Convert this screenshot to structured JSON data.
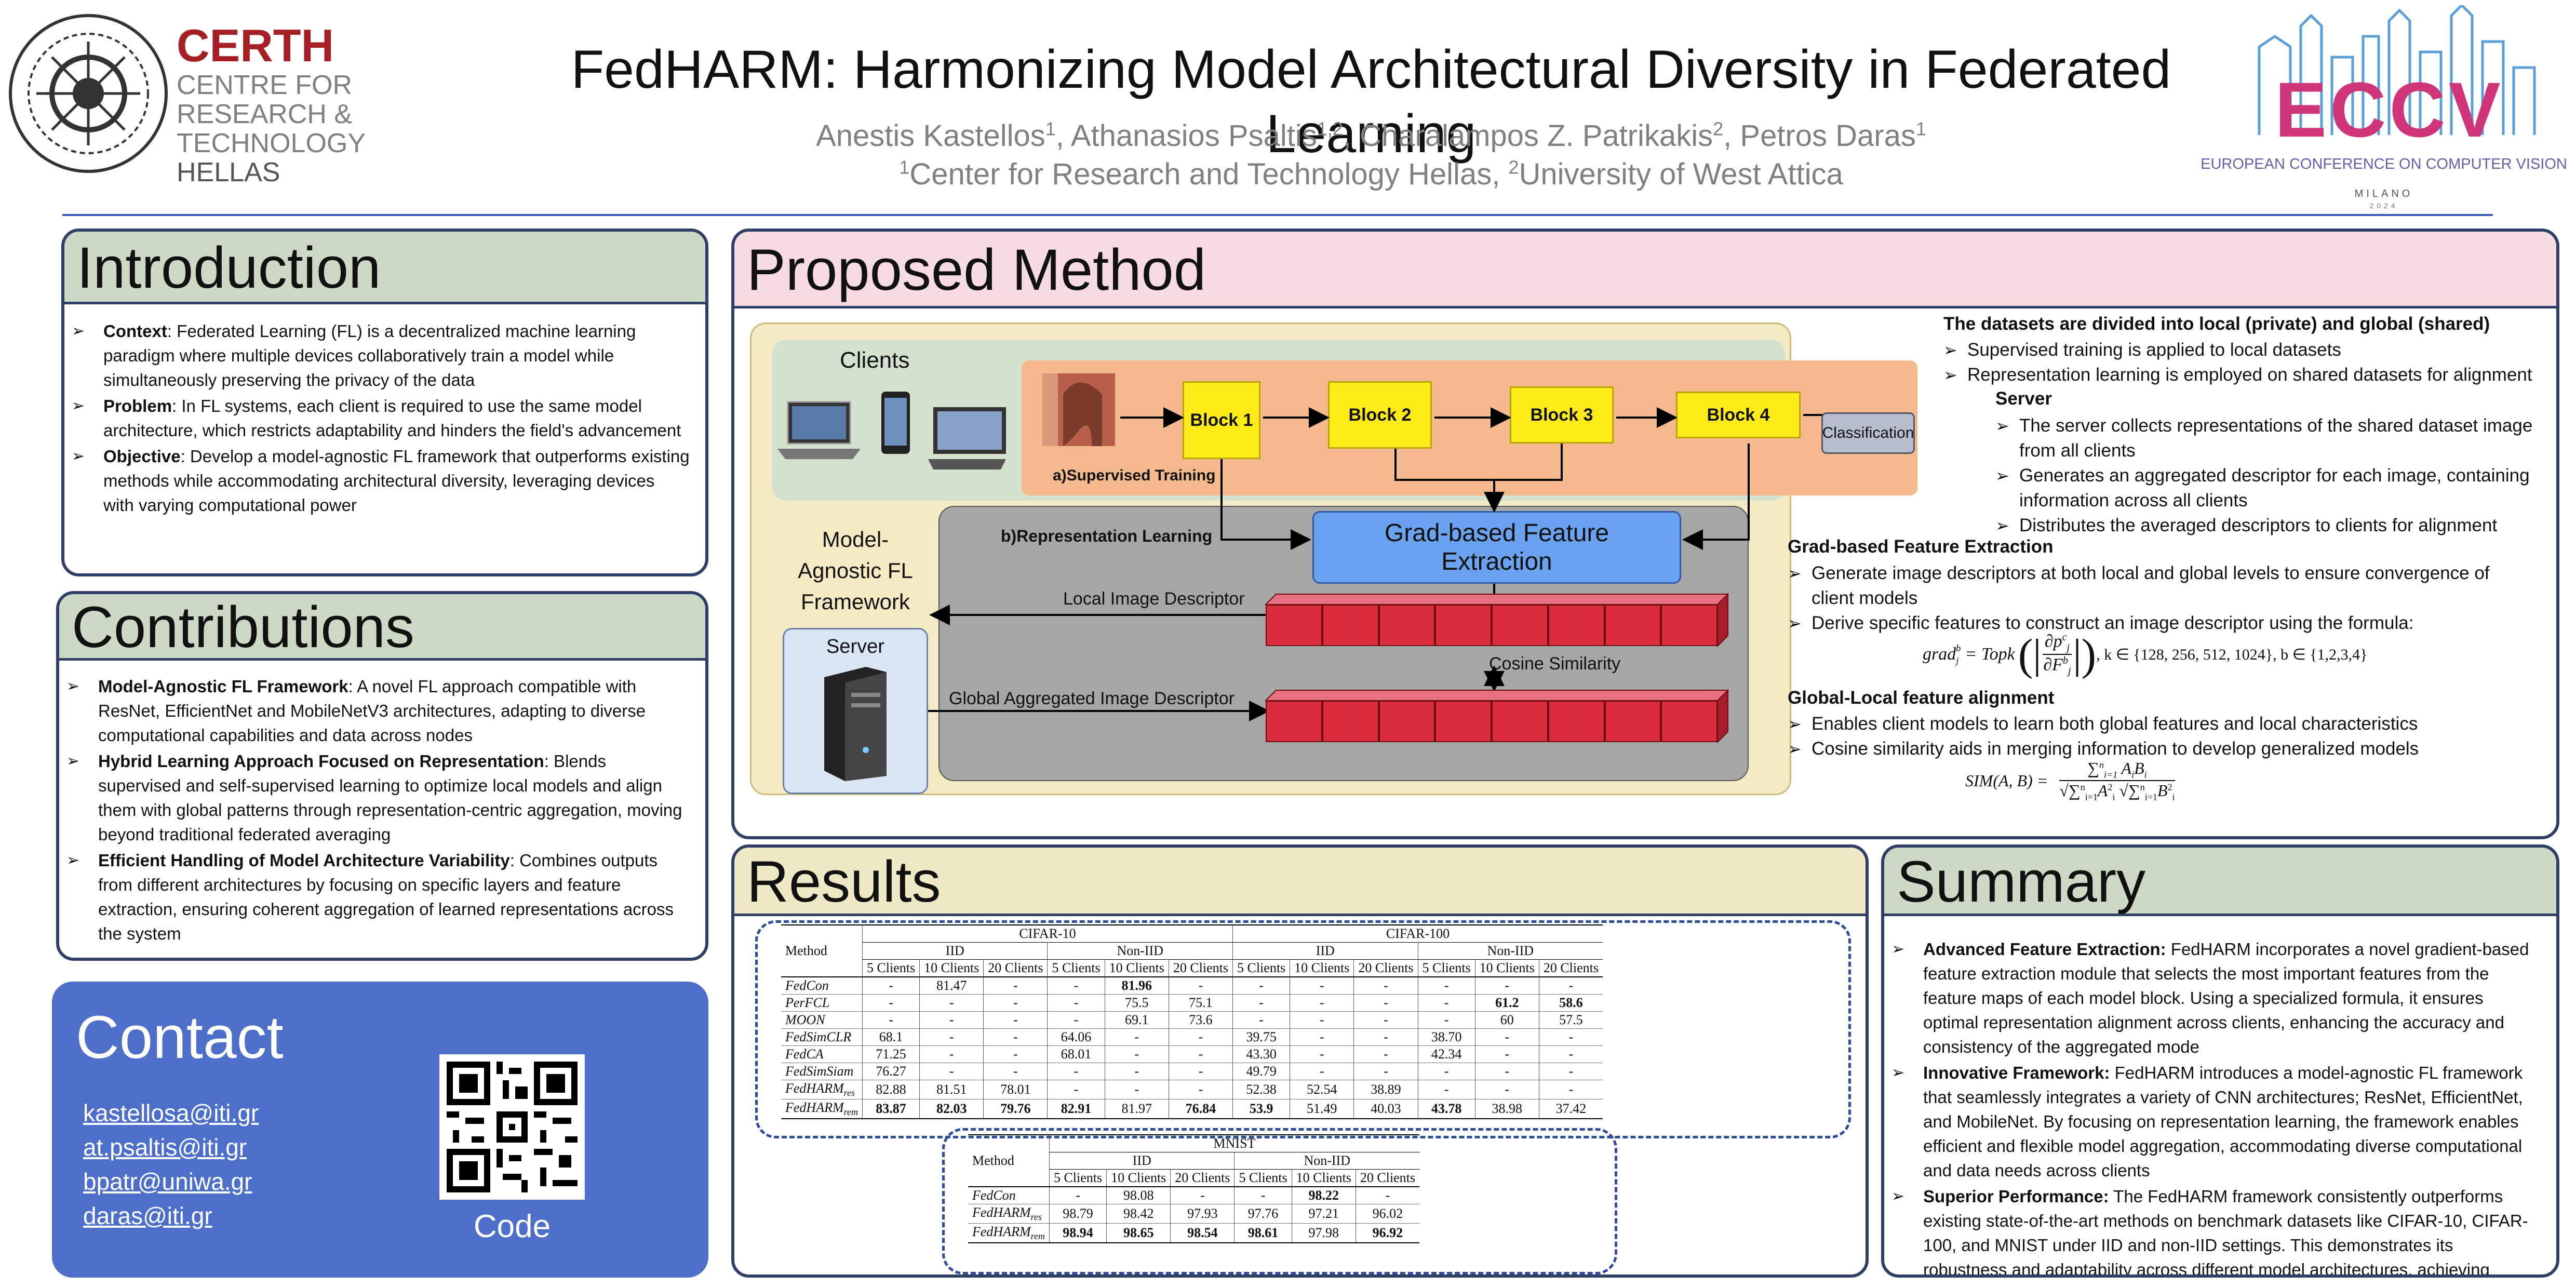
{
  "header": {
    "org_logo": {
      "name": "CERTH",
      "line1": "CENTRE FOR",
      "line2": "RESEARCH & TECHNOLOGY",
      "line3": "HELLAS"
    },
    "title": "FedHARM: Harmonizing Model Architectural Diversity in Federated Learning",
    "authors": [
      {
        "name": "Anestis Kastellos",
        "sup": "1",
        "sep": ", "
      },
      {
        "name": "Athanasios Psaltis",
        "sup": "1,2",
        "sep": ", "
      },
      {
        "name": "Charalampos Z. Patrikakis",
        "sup": "2",
        "sep": ", "
      },
      {
        "name": "Petros Daras",
        "sup": "1",
        "sep": ""
      }
    ],
    "affiliations": [
      {
        "sup": "1",
        "name": "Center for Research and Technology Hellas",
        "sep": ", "
      },
      {
        "sup": "2",
        "name": "University of West Attica",
        "sep": ""
      }
    ],
    "conf_logo": {
      "letters": "ECCV",
      "subtitle": "EUROPEAN CONFERENCE ON COMPUTER VISION",
      "city": "MILANO",
      "year": "2024"
    }
  },
  "introduction": {
    "title": "Introduction",
    "items": [
      {
        "label": "Context",
        "text": ": Federated Learning (FL) is a decentralized machine learning paradigm where multiple devices collaboratively train a model while simultaneously preserving the privacy of the data",
        "bold_term": "Federated Learning (FL)"
      },
      {
        "label": "Problem",
        "text": ": In FL systems, each client is required to use the same model architecture, which restricts adaptability and hinders the field's advancement"
      },
      {
        "label": "Objective",
        "text": ": Develop a model-agnostic FL framework that outperforms existing methods while accommodating architectural diversity, leveraging devices with varying computational power"
      }
    ]
  },
  "contributions": {
    "title": "Contributions",
    "items": [
      {
        "label": "Model-Agnostic FL Framework",
        "text": ": A novel FL approach compatible with ResNet, EfficientNet and MobileNetV3 architectures, adapting to diverse computational capabilities and data across nodes"
      },
      {
        "label": "Hybrid Learning Approach Focused on Representation",
        "text": ": Blends supervised and self-supervised learning to optimize local models and align them with global patterns through representation-centric aggregation, moving beyond traditional federated averaging"
      },
      {
        "label": "Efficient Handling of Model Architecture Variability",
        "text": ": Combines outputs from different architectures by focusing on specific layers and feature extraction, ensuring coherent aggregation of learned representations across the system"
      }
    ]
  },
  "contact": {
    "title": "Contact",
    "emails": [
      "kastellosa@iti.gr",
      "at.psaltis@iti.gr",
      "bpatr@uniwa.gr",
      "daras@iti.gr"
    ],
    "code_label": "Code"
  },
  "method": {
    "title": "Proposed Method",
    "diagram": {
      "clients_label": "Clients",
      "blocks": [
        "Block 1",
        "Block 2",
        "Block 3",
        "Block 4"
      ],
      "classification": "Classification",
      "supervised_label": "a)Supervised Training",
      "representation_label": "b)Representation Learning",
      "grad_box": "Grad-based Feature Extraction",
      "framework_label": "Model-Agnostic FL Framework",
      "server_label": "Server",
      "local_descriptor": "Local Image Descriptor",
      "global_descriptor": "Global Aggregated Image Descriptor",
      "cosine": "Cosine Similarity"
    },
    "datasets_heading": "The datasets are divided into local (private) and global (shared)",
    "datasets_items": [
      "Supervised training is applied to local datasets",
      "Representation learning is employed on shared datasets for alignment"
    ],
    "server_heading": "Server",
    "server_items": [
      "The server collects representations of the shared dataset image from all clients",
      "Generates an aggregated descriptor for each image, containing information across all clients",
      "Distributes the averaged descriptors to clients for alignment"
    ],
    "grad_heading": "Grad-based Feature Extraction",
    "grad_items": [
      "Generate image descriptors at both local and global levels to ensure convergence of client models",
      "Derive specific features to construct an image descriptor using the formula:"
    ],
    "formula_grad": {
      "lhs": "grad",
      "sup": "b",
      "sub": "j",
      "op": "= Topk",
      "num": "∂p",
      "num_sup": "c",
      "num_sub": "j",
      "den": "∂F",
      "den_sup": "b",
      "den_sub": "j",
      "cond": ", k ∈ {128, 256, 512, 1024}, b ∈ {1,2,3,4}"
    },
    "align_heading": "Global-Local feature alignment",
    "align_items": [
      "Enables client models to learn both global features and local characteristics",
      "Cosine similarity aids in merging information to develop generalized models"
    ],
    "formula_sim": {
      "lhs": "SIM(A, B) =",
      "num": "∑ A B",
      "den": "√∑ A² √∑ B²",
      "num_sum": "∑",
      "idx": "i=1",
      "top": "n",
      "a": "A",
      "b": "B",
      "i": "i",
      "two": "2"
    }
  },
  "results": {
    "title": "Results",
    "cifar": {
      "group_headers": [
        "CIFAR-10",
        "CIFAR-100"
      ],
      "sub_headers": [
        "IID",
        "Non-IID",
        "IID",
        "Non-IID"
      ],
      "method_label": "Method",
      "clients": [
        "5 Clients",
        "10 Clients",
        "20 Clients",
        "5 Clients",
        "10 Clients",
        "20 Clients",
        "5 Clients",
        "10 Clients",
        "20 Clients",
        "5 Clients",
        "10 Clients",
        "20 Clients"
      ],
      "rows": [
        {
          "m": "FedCon",
          "sub": "",
          "v": [
            "-",
            "81.47",
            "-",
            "-",
            "81.96",
            "-",
            "-",
            "-",
            "-",
            "-",
            "-",
            "-"
          ],
          "bold": [
            4
          ]
        },
        {
          "m": "PerFCL",
          "sub": "",
          "v": [
            "-",
            "-",
            "-",
            "-",
            "75.5",
            "75.1",
            "-",
            "-",
            "-",
            "-",
            "61.2",
            "58.6"
          ],
          "bold": [
            10,
            11
          ]
        },
        {
          "m": "MOON",
          "sub": "",
          "v": [
            "-",
            "-",
            "-",
            "-",
            "69.1",
            "73.6",
            "-",
            "-",
            "-",
            "-",
            "60",
            "57.5"
          ],
          "bold": []
        },
        {
          "m": "FedSimCLR",
          "sub": "",
          "v": [
            "68.1",
            "-",
            "-",
            "64.06",
            "-",
            "-",
            "39.75",
            "-",
            "-",
            "38.70",
            "-",
            "-"
          ],
          "bold": []
        },
        {
          "m": "FedCA",
          "sub": "",
          "v": [
            "71.25",
            "-",
            "-",
            "68.01",
            "-",
            "-",
            "43.30",
            "-",
            "-",
            "42.34",
            "-",
            "-"
          ],
          "bold": []
        },
        {
          "m": "FedSimSiam",
          "sub": "",
          "v": [
            "76.27",
            "-",
            "-",
            "-",
            "-",
            "-",
            "49.79",
            "-",
            "-",
            "-",
            "-",
            "-"
          ],
          "bold": []
        },
        {
          "m": "FedHARM",
          "sub": "res",
          "v": [
            "82.88",
            "81.51",
            "78.01",
            "-",
            "-",
            "-",
            "52.38",
            "52.54",
            "38.89",
            "-",
            "-",
            "-"
          ],
          "bold": []
        },
        {
          "m": "FedHARM",
          "sub": "rem",
          "v": [
            "83.87",
            "82.03",
            "79.76",
            "82.91",
            "81.97",
            "76.84",
            "53.9",
            "51.49",
            "40.03",
            "43.78",
            "38.98",
            "37.42"
          ],
          "bold": [
            0,
            1,
            2,
            3,
            5,
            6,
            9
          ]
        }
      ]
    },
    "mnist": {
      "group_header": "MNIST",
      "sub_headers": [
        "IID",
        "Non-IID"
      ],
      "method_label": "Method",
      "clients": [
        "5 Clients",
        "10 Clients",
        "20 Clients",
        "5 Clients",
        "10 Clients",
        "20 Clients"
      ],
      "rows": [
        {
          "m": "FedCon",
          "sub": "",
          "v": [
            "-",
            "98.08",
            "-",
            "-",
            "98.22",
            "-"
          ],
          "bold": [
            4
          ]
        },
        {
          "m": "FedHARM",
          "sub": "res",
          "v": [
            "98.79",
            "98.42",
            "97.93",
            "97.76",
            "97.21",
            "96.02"
          ],
          "bold": []
        },
        {
          "m": "FedHARM",
          "sub": "rem",
          "v": [
            "98.94",
            "98.65",
            "98.54",
            "98.61",
            "97.98",
            "96.92"
          ],
          "bold": [
            0,
            1,
            2,
            3,
            5
          ]
        }
      ]
    }
  },
  "summary": {
    "title": "Summary",
    "items": [
      {
        "label": "Advanced Feature Extraction:",
        "text": " FedHARM incorporates a novel gradient-based feature extraction module that selects the most important features from the feature maps of each model block. Using a specialized formula, it ensures optimal representation alignment across clients, enhancing the accuracy and consistency of the aggregated mode"
      },
      {
        "label": "Innovative Framework:",
        "text": " FedHARM introduces a model-agnostic FL framework that seamlessly integrates a variety of CNN architectures; ResNet, EfficientNet, and MobileNet. By focusing on representation learning, the framework enables efficient and flexible model aggregation, accommodating diverse computational and data needs across clients"
      },
      {
        "label": "Superior Performance:",
        "text": " The FedHARM framework consistently outperforms existing state-of-the-art methods on benchmark datasets like CIFAR-10, CIFAR-100, and MNIST under IID and non-IID settings. This demonstrates its robustness and adaptability across different model architectures, achieving improved learning outcomes"
      }
    ]
  },
  "colors": {
    "intro_head": "#cdd9c4",
    "method_head": "#f6dbe0",
    "results_head": "#efe8c6",
    "contact_bg": "#4e6fc9",
    "border": "#2f3f66"
  }
}
